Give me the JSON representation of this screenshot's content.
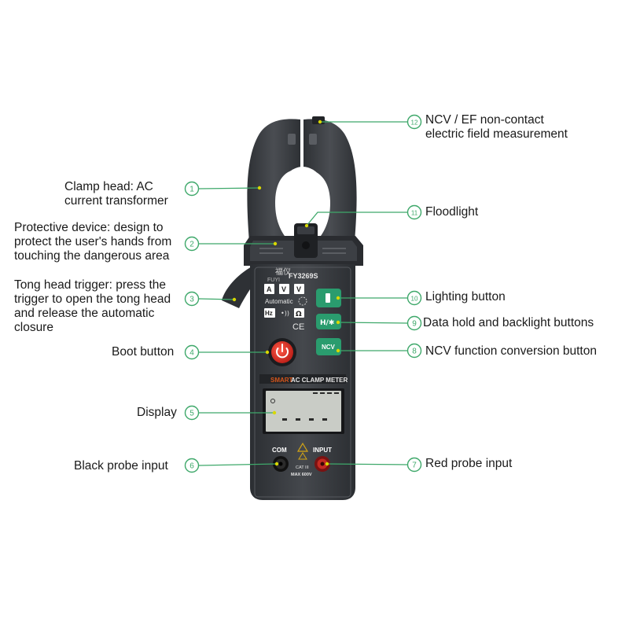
{
  "meter": {
    "brand_cn": "福仪",
    "brand": "FUYI",
    "model": "FY3269S",
    "banner_smart": "SMART",
    "banner_rest": "AC CLAMP METER",
    "mode_automatic": "Automatic",
    "key_a": "A",
    "key_v": "V",
    "key_v2": "V",
    "key_hz": "Hz",
    "key_ohm": "Ω",
    "ce_mark": "CE",
    "btn_hold": "H/✱",
    "btn_ncv": "NCV",
    "jack_com": "COM",
    "jack_input": "INPUT",
    "cat_rating": "CAT III",
    "max_rating": "MAX 600V"
  },
  "callouts": [
    {
      "num": "1",
      "text": "Clamp head: AC\ncurrent transformer"
    },
    {
      "num": "2",
      "text": "Protective device: design to\nprotect the user's hands from\ntouching the dangerous area"
    },
    {
      "num": "3",
      "text": "Tong head trigger: press the\ntrigger to open the tong head\nand release the automatic\nclosure"
    },
    {
      "num": "4",
      "text": "Boot button"
    },
    {
      "num": "5",
      "text": "Display"
    },
    {
      "num": "6",
      "text": "Black probe input"
    },
    {
      "num": "7",
      "text": "Red probe input"
    },
    {
      "num": "8",
      "text": "NCV function conversion button"
    },
    {
      "num": "9",
      "text": "Data hold and backlight buttons"
    },
    {
      "num": "10",
      "text": "Lighting button"
    },
    {
      "num": "11",
      "text": "Floodlight"
    },
    {
      "num": "12",
      "text": "NCV / EF non-contact\nelectric field measurement"
    }
  ],
  "colors": {
    "body": "#3a3d42",
    "body_dark": "#26282c",
    "accent_green": "#2a9c6e",
    "leader": "#3ea86a",
    "marker": "#d8d800",
    "boot_red": "#e0352b",
    "lcd": "#c9ccc6",
    "banner": "#d4551b"
  }
}
